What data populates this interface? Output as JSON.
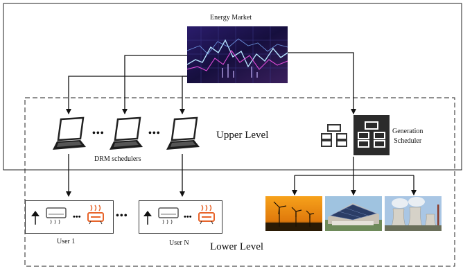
{
  "title": "Energy Market",
  "upper_level_label": "Upper Level",
  "lower_level_label": "Lower Level",
  "drm_label": "DRM schedulers",
  "generation_scheduler_label": "Generation\nScheduler",
  "ellipsis": "•••",
  "users": [
    {
      "label": "User 1"
    },
    {
      "label": "User N"
    }
  ],
  "icons": [
    "laptop-icon",
    "server-icon",
    "lamp-icon",
    "air-conditioner-icon",
    "heater-icon",
    "wind-turbine-photo",
    "solar-house-photo",
    "power-plant-photo",
    "energy-market-chart-image"
  ],
  "colors": {
    "market_bg": "#1a1247",
    "server_dark": "#2b2b2b",
    "heater": "#e8642a"
  }
}
